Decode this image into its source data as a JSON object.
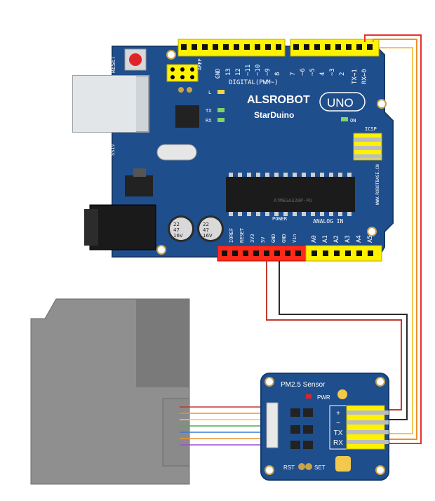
{
  "board": {
    "brand": "ALSROBOT",
    "model": "StarDuino",
    "variant": "UNO",
    "reset_label": "RESET",
    "aref_label": "AREF",
    "gnd_label": "GND",
    "digital_header_label": "DIGITAL(PWM~)",
    "digital_pins": [
      "13",
      "12",
      "~11",
      "~10",
      "~9",
      "8",
      "7",
      "~6",
      "~5",
      "4",
      "~3",
      "2",
      "TX→1",
      "RX←0"
    ],
    "led_labels": [
      "L",
      "TX",
      "RX"
    ],
    "on_label": "ON",
    "icsp_label": "ICSP",
    "power_label": "POWER",
    "analog_label": "ANALOG IN",
    "power_pins": [
      "IOREF",
      "RESET",
      "3V3",
      "5V",
      "GND",
      "GND",
      "Vin"
    ],
    "analog_pins": [
      "A0",
      "A1",
      "A2",
      "A3",
      "A4",
      "A5"
    ],
    "capacitor_labels": [
      "22",
      "47",
      "16V"
    ],
    "chip_label": "ATMEGA328P-PU",
    "side_text": "WWW.ROBOTBASE.CN",
    "diode_label": "SS1V"
  },
  "sensor_board": {
    "title": "PM2.5 Sensor",
    "pwr_label": "PWR",
    "rst_label": "RST",
    "set_label": "SET",
    "pins": [
      "+",
      "−",
      "TX",
      "RX"
    ]
  },
  "wires": {
    "colors": {
      "red": "#e8322a",
      "black": "#2a2a2a",
      "orange": "#f0902a",
      "yellow": "#f2c94c",
      "green": "#4caf50",
      "blue": "#3c78d8",
      "purple": "#9b4fd0",
      "gray_wire": "#c0392b"
    }
  },
  "colors": {
    "pcb_blue": "#1f4e8c",
    "header_yellow": "#fff200",
    "header_red": "#ff2a1a",
    "sensor_gray": "#8f8f8f"
  }
}
